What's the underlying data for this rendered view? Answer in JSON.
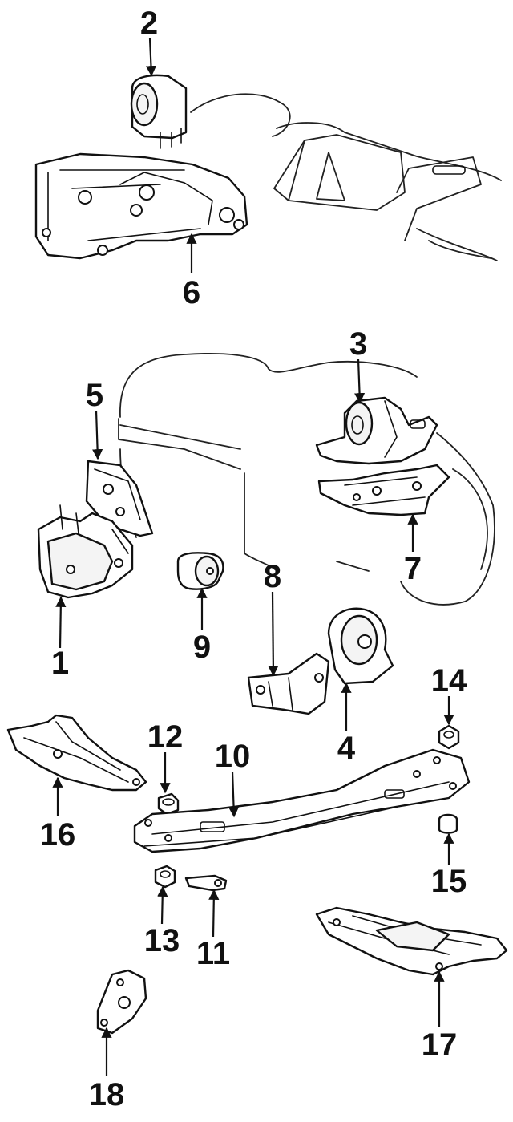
{
  "callouts": [
    {
      "id": "c1",
      "text": "1"
    },
    {
      "id": "c2",
      "text": "2"
    },
    {
      "id": "c3",
      "text": "3"
    },
    {
      "id": "c4",
      "text": "4"
    },
    {
      "id": "c5",
      "text": "5"
    },
    {
      "id": "c6",
      "text": "6"
    },
    {
      "id": "c7",
      "text": "7"
    },
    {
      "id": "c8",
      "text": "8"
    },
    {
      "id": "c9",
      "text": "9"
    },
    {
      "id": "c10",
      "text": "10"
    },
    {
      "id": "c11",
      "text": "11"
    },
    {
      "id": "c12",
      "text": "12"
    },
    {
      "id": "c13",
      "text": "13"
    },
    {
      "id": "c14",
      "text": "14"
    },
    {
      "id": "c15",
      "text": "15"
    },
    {
      "id": "c16",
      "text": "16"
    },
    {
      "id": "c17",
      "text": "17"
    },
    {
      "id": "c18",
      "text": "18"
    }
  ],
  "colors": {
    "line": "#111111",
    "background": "#ffffff"
  }
}
